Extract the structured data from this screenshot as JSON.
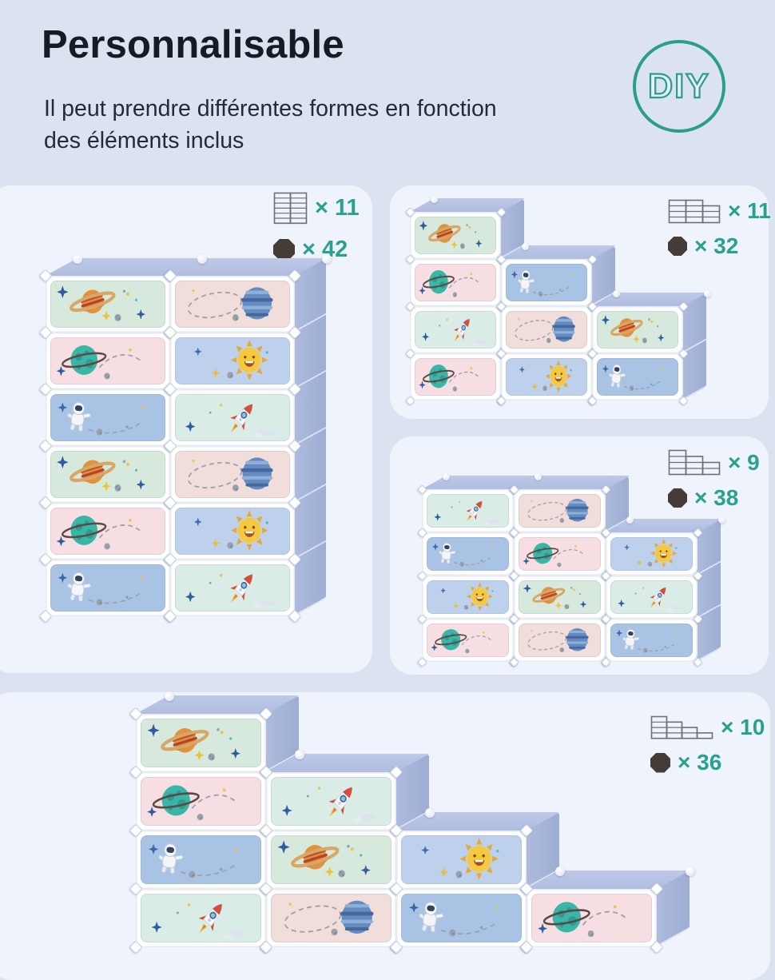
{
  "header": {
    "title": "Personnalisable",
    "subtitle_lines": [
      "Il peut prendre différentes formes en fonction",
      "des éléments inclus"
    ],
    "badge": "DIY"
  },
  "colors": {
    "accent_teal": "#2aa18f",
    "page_bg": "#dbe2f0",
    "panel_bg": "#eff3fb",
    "cabinet_top": "#b9c5e4",
    "cabinet_side": "#aebbdd",
    "cabinet_side_dark": "#9dadd3",
    "octagon": "#453c38",
    "stack_icon_stroke": "#6f6f6f"
  },
  "designs": {
    "saturn": {
      "label": "saturn-door",
      "bg": "#d7e9dd"
    },
    "planet": {
      "label": "blue-planet-door",
      "bg": "#f1ddd9"
    },
    "teal_planet": {
      "label": "teal-planet-door",
      "bg": "#f6dee2"
    },
    "sun": {
      "label": "sun-door",
      "bg": "#bed1ec"
    },
    "astronaut": {
      "label": "astronaut-door",
      "bg": "#a9c3e5"
    },
    "rocket": {
      "label": "rocket-door",
      "bg": "#d9ece5"
    }
  },
  "panels": [
    {
      "id": "top-left",
      "panel_count": "× 11",
      "connector_count": "× 42",
      "icon_cols": [
        6,
        6
      ],
      "cabinet": {
        "columns": [
          [
            "saturn",
            "teal_planet",
            "astronaut",
            "saturn",
            "teal_planet",
            "astronaut"
          ],
          [
            "planet",
            "sun",
            "rocket",
            "planet",
            "sun",
            "rocket"
          ]
        ]
      }
    },
    {
      "id": "top-right",
      "panel_count": "× 11",
      "connector_count": "× 32",
      "icon_cols": [
        4,
        4,
        3
      ],
      "cabinet": {
        "columns": [
          [
            "saturn",
            "teal_planet",
            "rocket",
            "teal_planet"
          ],
          [
            "astronaut",
            "planet",
            "sun"
          ],
          [
            "saturn",
            "astronaut"
          ]
        ]
      }
    },
    {
      "id": "middle-right",
      "panel_count": "× 9",
      "connector_count": "× 38",
      "icon_cols": [
        4,
        3,
        2
      ],
      "cabinet": {
        "columns": [
          [
            "rocket",
            "astronaut",
            "sun",
            "teal_planet"
          ],
          [
            "planet",
            "teal_planet",
            "saturn",
            "planet"
          ],
          [
            "sun",
            "rocket",
            "astronaut"
          ]
        ]
      }
    },
    {
      "id": "bottom",
      "panel_count": "× 10",
      "connector_count": "× 36",
      "icon_cols": [
        4,
        3,
        2,
        1
      ],
      "cabinet": {
        "columns": [
          [
            "saturn",
            "teal_planet",
            "astronaut",
            "rocket"
          ],
          [
            "rocket",
            "saturn",
            "planet"
          ],
          [
            "sun",
            "astronaut"
          ],
          [
            "teal_planet"
          ]
        ]
      }
    }
  ]
}
